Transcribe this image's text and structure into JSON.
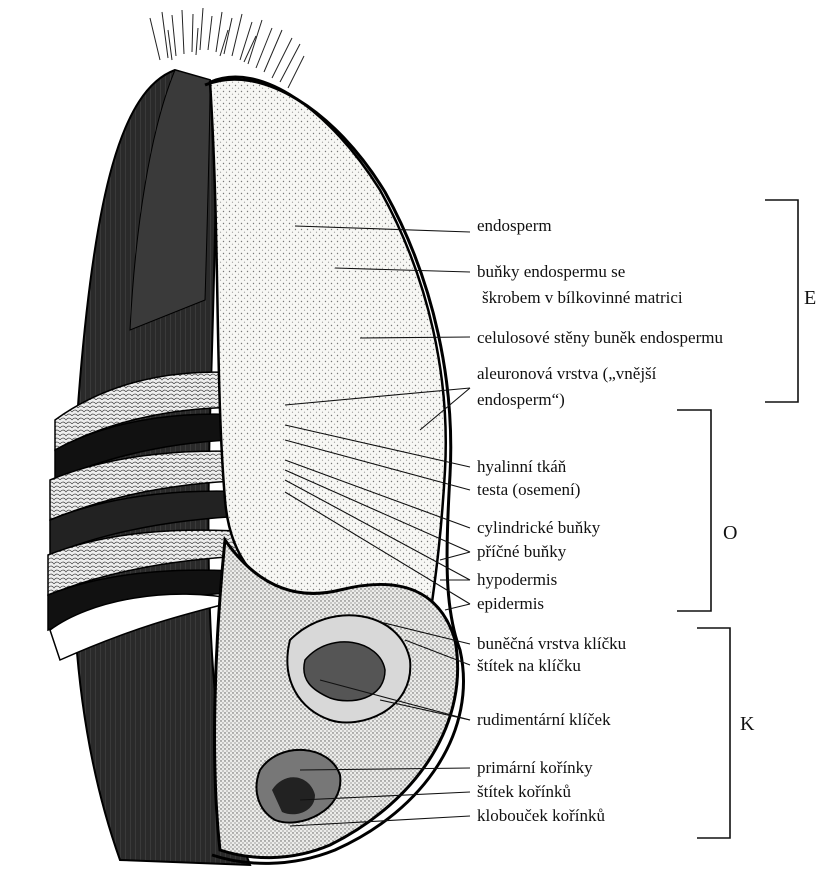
{
  "diagram": {
    "labels": {
      "endosperm": "endosperm",
      "endosperm_cells_1": "buňky endospermu  se",
      "endosperm_cells_2": "škrobem v bílkovinné matrici",
      "cellulose_walls": "celulosové stěny buněk endospermu",
      "aleurone_1": "aleuronová vrstva („vnější",
      "aleurone_2": "endosperm“)",
      "hyaline": "hyalinní tkáň",
      "testa": "testa (osemení)",
      "cylindrical": "cylindrické buňky",
      "transverse": "příčné buňky",
      "hypodermis": "hypodermis",
      "epidermis": "epidermis",
      "germ_layer": "buněčná vrstva klíčku",
      "scutellum": "štítek na klíčku",
      "rudimentary": "rudimentární klíček",
      "primary_roots": "primární kořínky",
      "root_shield": "štítek kořínků",
      "root_cap": "klobouček kořínků"
    },
    "groups": {
      "E": "E",
      "O": "O",
      "K": "K"
    }
  }
}
